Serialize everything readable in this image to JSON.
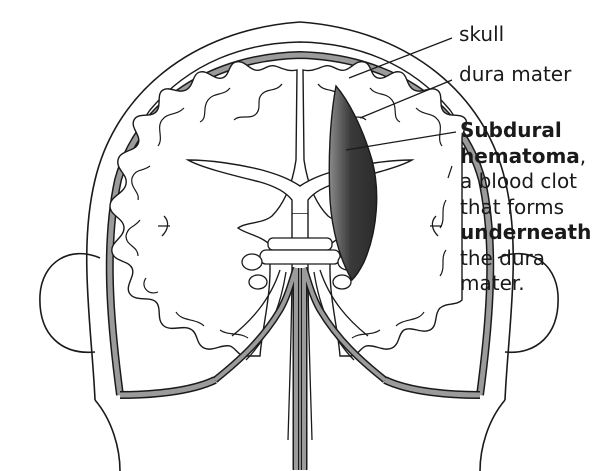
{
  "labels": {
    "skull": "skull",
    "dura_mater": "dura mater",
    "hematoma_line1": "Subdural",
    "hematoma_line2a": "hematoma",
    "hematoma_line2b": ",",
    "hematoma_line3": "a blood clot",
    "hematoma_line4": "that forms",
    "hematoma_line5": "underneath",
    "hematoma_line6": "the dura",
    "hematoma_line7": "mater."
  },
  "colors": {
    "outline": "#1a1a1a",
    "dura": "#9b9b9b",
    "hematoma_dark": "#3a3a3a",
    "hematoma_light": "#8a8a8a",
    "background": "#ffffff"
  }
}
